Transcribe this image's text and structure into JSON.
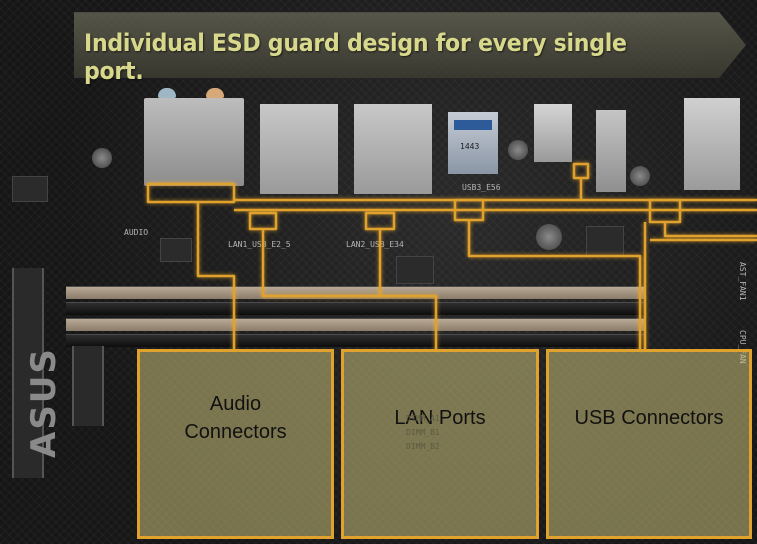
{
  "banner": {
    "title": "Individual ESD guard design for every single port."
  },
  "labels": {
    "audio": "Audio Connectors",
    "lan": "LAN Ports",
    "usb": "USB Connectors"
  },
  "board": {
    "brand": "ASUS",
    "silkscreen": {
      "audio": "AUDIO",
      "lan1": "LAN1_USB_E2_5",
      "lan2": "LAN2_USB_E34",
      "usb3": "USB3_E56",
      "dimm_a1": "DIMM_A1",
      "dimm_b1": "DIMM_B1",
      "dimm_b2": "DIMM_B2",
      "port_usb3_text": "1443",
      "fan1": "AST_FAN1",
      "fan2": "CPU_FAN"
    }
  },
  "colors": {
    "accent_orange": "#e0a22c",
    "banner_text": "#d8d88c",
    "box_fill": "#c8c078"
  }
}
